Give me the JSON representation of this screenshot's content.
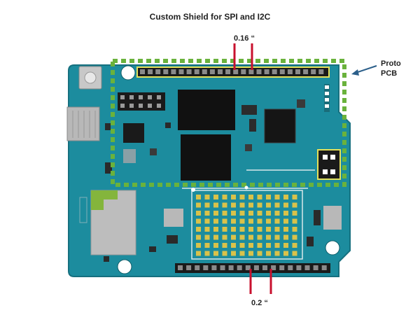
{
  "title": "Custom Shield  for SPI and I2C",
  "labels": {
    "top_pitch": "0.16 “",
    "bottom_pitch": "0.2 “",
    "proto_line1": "Proto",
    "proto_line2": "PCB"
  },
  "colors": {
    "board": "#1c8c9e",
    "board_edge": "#16707f",
    "proto_outline": "#6ab23c",
    "pitch_marker": "#c8102e",
    "callout_arrow": "#2b5f8a",
    "led_matrix": "#d9c24a",
    "chip": "#111111",
    "header": "#1a1a1a"
  },
  "icons": {
    "arrow": "arrow-left-icon"
  }
}
